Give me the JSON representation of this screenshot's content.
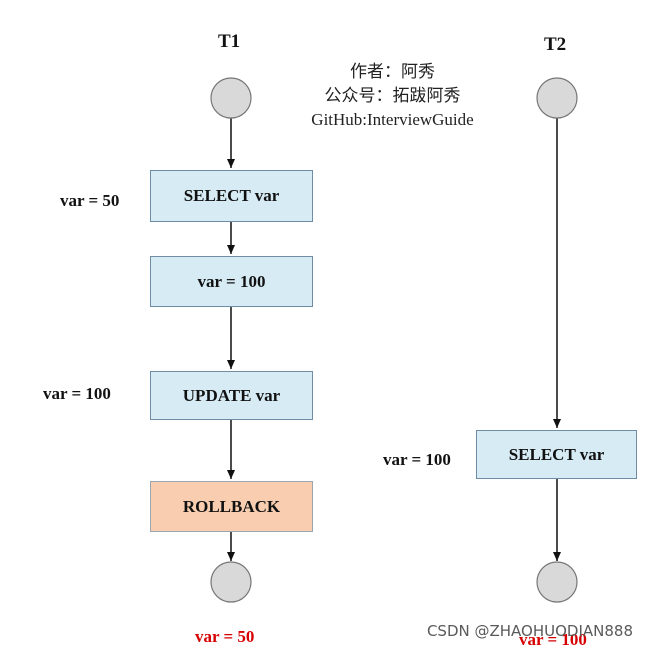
{
  "titles": {
    "t1": "T1",
    "t2": "T2"
  },
  "credits": {
    "author": "作者：阿秀",
    "account": "公众号：拓跋阿秀",
    "github": "GitHub:InterviewGuide"
  },
  "t1": {
    "steps": [
      {
        "label": "SELECT var",
        "side": "var = 50"
      },
      {
        "label": "var = 100",
        "side": ""
      },
      {
        "label": "UPDATE var",
        "side": "var = 100"
      },
      {
        "label": "ROLLBACK",
        "side": ""
      }
    ],
    "result": "var = 50"
  },
  "t2": {
    "steps": [
      {
        "label": "SELECT var",
        "side": "var = 100"
      }
    ],
    "result": "var = 100"
  },
  "colors": {
    "box_blue": "#d6ebf4",
    "box_orange": "#f8cdb0",
    "node": "#d9d9d9",
    "result_red": "#d60000"
  },
  "watermark": "CSDN @ZHAOHUODIAN888"
}
